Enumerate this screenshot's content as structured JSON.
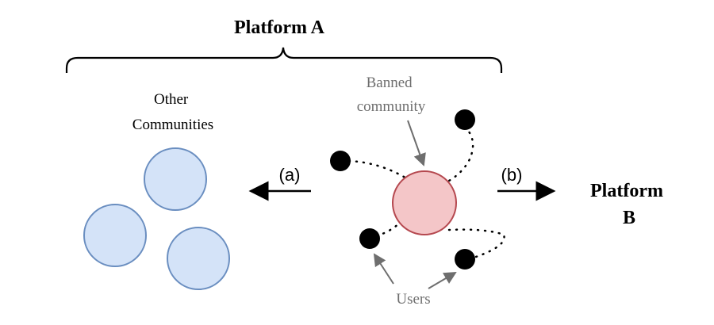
{
  "platform_a": {
    "title": "Platform A"
  },
  "other_communities": {
    "label_line1": "Other",
    "label_line2": "Communities"
  },
  "banned_community": {
    "label_line1": "Banned",
    "label_line2": "community"
  },
  "arrow_a": {
    "label": "(a)"
  },
  "arrow_b": {
    "label": "(b)"
  },
  "platform_b": {
    "label_line1": "Platform",
    "label_line2": "B"
  },
  "users": {
    "label": "Users"
  },
  "colors": {
    "community_fill": "#d4e3f8",
    "community_stroke": "#6a8ec0",
    "banned_fill": "#f4c6c8",
    "banned_stroke": "#b5484f",
    "annotation_gray": "#6e6e6e",
    "ink": "#000000"
  }
}
